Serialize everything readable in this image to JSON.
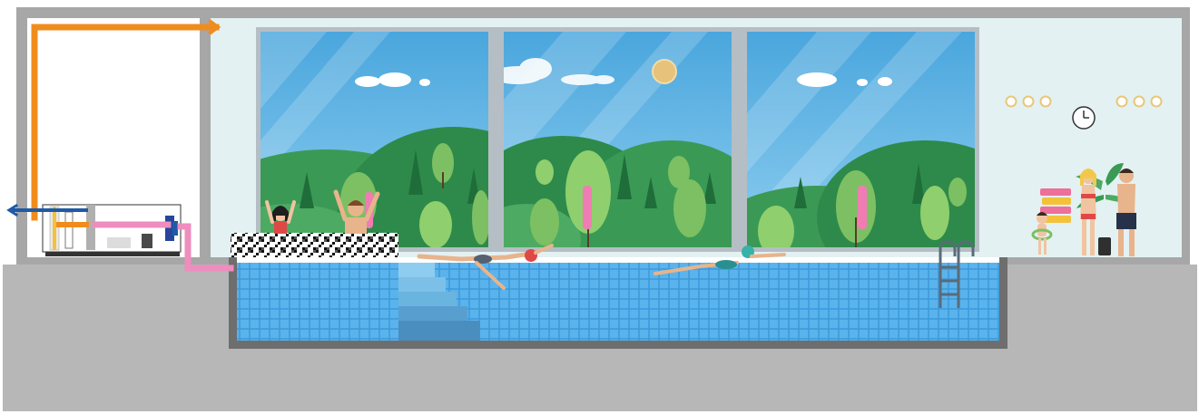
{
  "diagram": {
    "palette": {
      "ground": "#b7b7b7",
      "wall": "#a7a7a7",
      "hall_wall": "#e3f1f2",
      "sky": "#5bb2e2",
      "pool_water": "#3d9bdb",
      "pool_tile": "#5ab3ec",
      "pool_rim": "#6e6e6e",
      "supply_pipe": "#f08c1c",
      "return_pipe": "#ee8dbe",
      "inlet_pipe": "#1f5aa6"
    },
    "components": [
      {
        "id": "machine-room",
        "kind": "room"
      },
      {
        "id": "pool-hall",
        "kind": "room"
      },
      {
        "id": "heat-pump-dehumidifier",
        "kind": "equipment"
      },
      {
        "id": "air-duct",
        "kind": "pipe",
        "color_key": "supply_pipe"
      },
      {
        "id": "return-pipe",
        "kind": "pipe",
        "color_key": "return_pipe"
      },
      {
        "id": "swimming-pool",
        "kind": "pool"
      },
      {
        "id": "panoramic-windows",
        "kind": "window",
        "count": 3
      },
      {
        "id": "wall-clock",
        "kind": "icon"
      },
      {
        "id": "wall-lights",
        "kind": "icon",
        "count": 6
      },
      {
        "id": "pool-ladder",
        "kind": "icon"
      },
      {
        "id": "pool-steps",
        "kind": "icon"
      },
      {
        "id": "mosaic-wall",
        "kind": "decor"
      },
      {
        "id": "swimmers",
        "kind": "people",
        "count": 2
      },
      {
        "id": "bathers",
        "kind": "people",
        "count": 2
      },
      {
        "id": "family",
        "kind": "people",
        "count": 3
      },
      {
        "id": "potted-plant",
        "kind": "decor"
      },
      {
        "id": "towel-rack",
        "kind": "decor"
      }
    ]
  }
}
